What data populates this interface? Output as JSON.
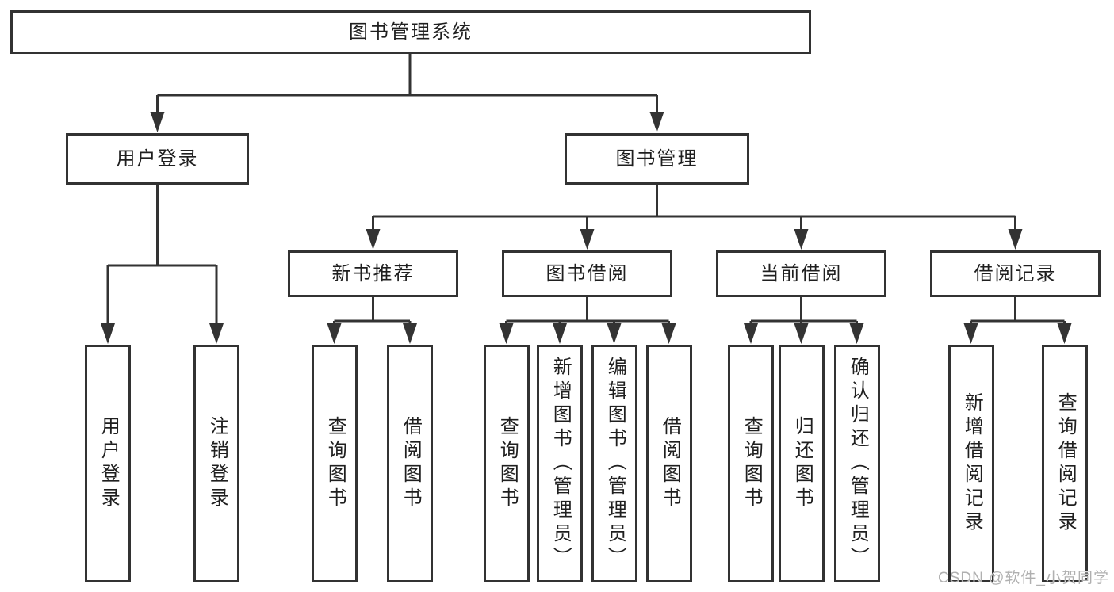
{
  "tree": {
    "root": {
      "label": "图书管理系统"
    },
    "level2": [
      {
        "label": "用户登录",
        "children": [
          {
            "label": "用户登录"
          },
          {
            "label": "注销登录"
          }
        ]
      },
      {
        "label": "图书管理",
        "sections": [
          {
            "label": "新书推荐",
            "children": [
              {
                "label": "查询图书"
              },
              {
                "label": "借阅图书"
              }
            ]
          },
          {
            "label": "图书借阅",
            "children": [
              {
                "label": "查询图书"
              },
              {
                "label": "新增图书（管理员）"
              },
              {
                "label": "编辑图书（管理员）"
              },
              {
                "label": "借阅图书"
              }
            ]
          },
          {
            "label": "当前借阅",
            "children": [
              {
                "label": "查询图书"
              },
              {
                "label": "归还图书"
              },
              {
                "label": "确认归还（管理员）"
              }
            ]
          },
          {
            "label": "借阅记录",
            "children": [
              {
                "label": "新增借阅记录"
              },
              {
                "label": "查询借阅记录"
              }
            ]
          }
        ]
      }
    ]
  },
  "watermark": {
    "text": "CSDN @软件_小贺同学"
  },
  "colors": {
    "border": "#323232",
    "line": "#333333",
    "text": "#1f1f1f",
    "watermark": "#b0b0b0",
    "background": "#ffffff"
  }
}
